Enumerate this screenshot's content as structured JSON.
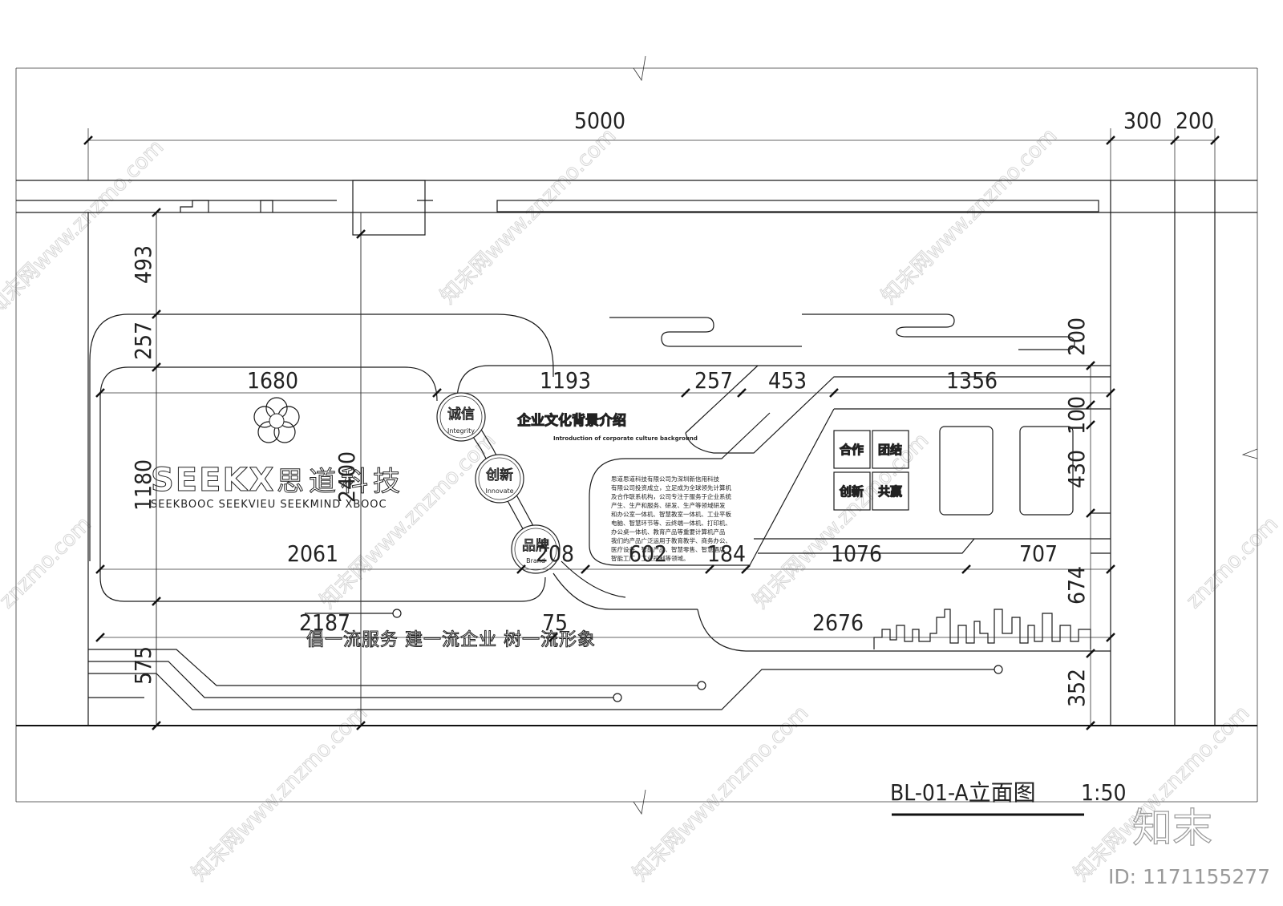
{
  "dimensions": {
    "top_overall": "5000",
    "top_right_a": "300",
    "top_right_b": "200",
    "left_1": "493",
    "left_2": "257",
    "left_3": "1180",
    "left_4": "575",
    "center_height": "2400",
    "row1_a": "1680",
    "row1_b": "1193",
    "row1_c": "257",
    "row1_d": "453",
    "row1_e": "1356",
    "right_1": "200",
    "right_2": "100",
    "right_3": "430",
    "right_4": "674",
    "right_5": "352",
    "row2_a": "2061",
    "row2_b": "208",
    "row2_c": "602",
    "row2_d": "184",
    "row2_e": "1076",
    "row2_f": "707",
    "row3_a": "2187",
    "row3_b": "75",
    "row3_c": "2676"
  },
  "logo": {
    "brand_latin": "SEEKX",
    "brand_cn": "思道科技",
    "products": "SEEKBOOC  SEEKVIEU  SEEKMIND  XBOOC"
  },
  "values": [
    {
      "cn": "诚信",
      "en": "Integrity"
    },
    {
      "cn": "创新",
      "en": "Innovate"
    },
    {
      "cn": "品牌",
      "en": "Brand"
    }
  ],
  "culture": {
    "title_cn": "企业文化背景介绍",
    "title_en": "Introduction of corporate culture background",
    "body_lines": [
      "思道思道科技有限公司为深圳新信用科技",
      "有限公司投资成立，立足成为全球领先计算机",
      "及合作联系机构，公司专注于服务于企业系统",
      "产生、生产和服务、研发、生产等领域研发",
      "和办公室一体机、智慧教室一体机、工业平板",
      "电脑、智慧环节等、云终端一体机、打印机、",
      "办公桌一体机、教育产品等重要计算机产品",
      "我们的产品广泛运用于教育教学、商务办公、",
      "医疗设备、智能产品、智慧零售、智慧酒店",
      "智能工厂、工业控制等领域。"
    ]
  },
  "tiles": [
    "合作",
    "团结",
    "创新",
    "共赢"
  ],
  "slogan": "倡一流服务 建一流企业 树一流形象",
  "drawing_title": "BL-01-A立面图",
  "scale": "1:50",
  "watermark": {
    "site": "znzmo.com",
    "cn": "知末网www.znzmo.com",
    "corner_logo": "知末",
    "id": "ID: 1171155277"
  }
}
